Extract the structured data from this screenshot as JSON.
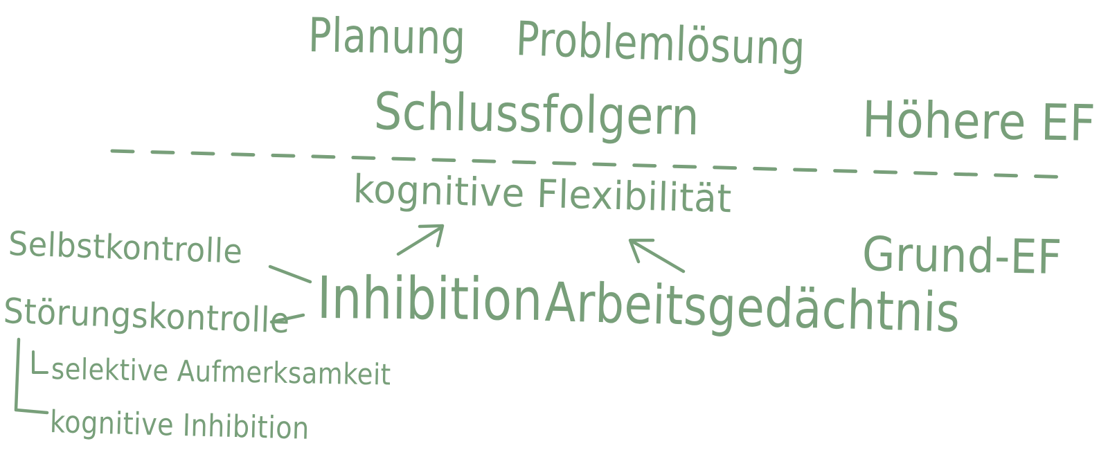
{
  "colors": {
    "ink": "#789f7a"
  },
  "higher": {
    "planung": "Planung",
    "problemloesung": "Problemlösung",
    "schlussfolgern": "Schlussfolgern",
    "level_label": "Höhere EF"
  },
  "flexibility": {
    "label": "kognitive Flexibilität"
  },
  "core": {
    "level_label": "Grund-EF",
    "inhibition": "Inhibition",
    "arbeitsgedaechtnis": "Arbeitsgedächtnis"
  },
  "inhibition_parts": {
    "selbstkontrolle": "Selbstkontrolle",
    "stoerungskontrolle": "Störungskontrolle",
    "selektive_aufmerksamkeit": "selektive Aufmerksamkeit",
    "kognitive_inhibition": "kognitive Inhibition"
  }
}
